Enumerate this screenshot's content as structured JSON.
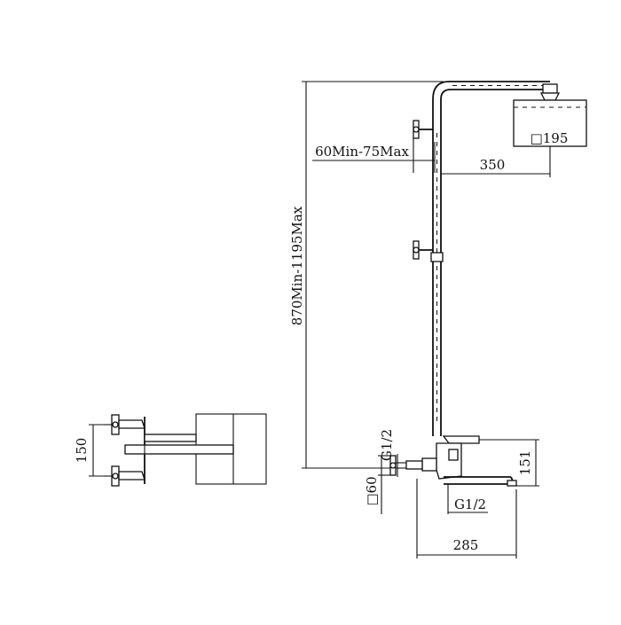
{
  "drawing": {
    "dimensions": {
      "height_range": "870Min-1195Max",
      "arm_depth": "60Min-75Max",
      "arm_length": "350",
      "head_size": "□195",
      "plate_spacing": "150",
      "inlet_thread_top": "G1/2",
      "inlet_thread_bottom": "G1/2",
      "plate_size": "□60",
      "mixer_height": "151",
      "spout_length": "285"
    }
  }
}
